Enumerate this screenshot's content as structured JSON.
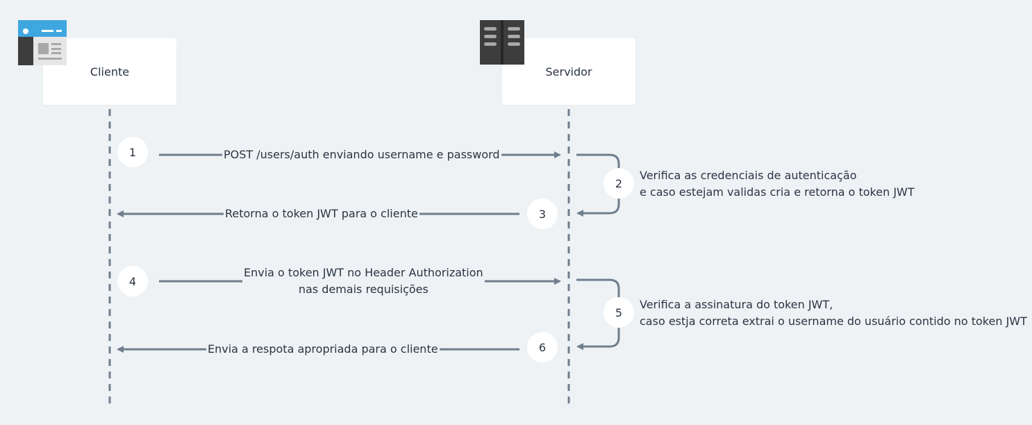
{
  "actors": {
    "client": {
      "label": "Cliente",
      "icon": "browser-window-icon"
    },
    "server": {
      "label": "Servidor",
      "icon": "server-rack-icon"
    }
  },
  "steps": [
    {
      "number": "1"
    },
    {
      "number": "2"
    },
    {
      "number": "3"
    },
    {
      "number": "4"
    },
    {
      "number": "5"
    },
    {
      "number": "6"
    }
  ],
  "messages": {
    "m1": {
      "lines": [
        "POST /users/auth enviando username e password"
      ]
    },
    "m3": {
      "lines": [
        "Retorna o token JWT para o cliente"
      ]
    },
    "m4": {
      "lines": [
        "Envia o token JWT no Header Authorization",
        "nas demais requisições"
      ]
    },
    "m6": {
      "lines": [
        "Envia a respota apropriada para o cliente"
      ]
    }
  },
  "notes": {
    "n2": {
      "lines": [
        "Verifica as credenciais de autenticação",
        "e caso estejam validas cria e retorna o token JWT"
      ]
    },
    "n5": {
      "lines": [
        "Verifica a assinatura do token JWT,",
        "caso estja correta extrai o username do usuário contido no token JWT"
      ]
    }
  },
  "colors": {
    "background": "#eef2f5",
    "line": "#6f7d8c",
    "box": "#ffffff",
    "text": "#2a3440",
    "icon_blue": "#3fa7e0",
    "icon_dark": "#3d3d3d"
  }
}
